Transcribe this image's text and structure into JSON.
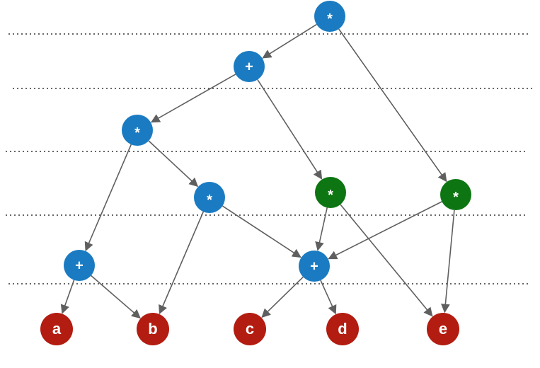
{
  "colors": {
    "operator": "#1a7bc2",
    "shared_operator": "#0d7512",
    "leaf": "#b31c10",
    "edge": "#5f5f5f",
    "divider": "#333333"
  },
  "nodes": [
    {
      "id": "n1",
      "label": "*",
      "kind": "operator"
    },
    {
      "id": "n2",
      "label": "+",
      "kind": "operator"
    },
    {
      "id": "n3",
      "label": "*",
      "kind": "operator"
    },
    {
      "id": "n4",
      "label": "*",
      "kind": "operator"
    },
    {
      "id": "n5",
      "label": "*",
      "kind": "shared_operator"
    },
    {
      "id": "n6",
      "label": "*",
      "kind": "shared_operator"
    },
    {
      "id": "n7",
      "label": "+",
      "kind": "operator"
    },
    {
      "id": "n8",
      "label": "+",
      "kind": "operator"
    },
    {
      "id": "a",
      "label": "a",
      "kind": "leaf"
    },
    {
      "id": "b",
      "label": "b",
      "kind": "leaf"
    },
    {
      "id": "c",
      "label": "c",
      "kind": "leaf"
    },
    {
      "id": "d",
      "label": "d",
      "kind": "leaf"
    },
    {
      "id": "e",
      "label": "e",
      "kind": "leaf"
    }
  ],
  "edges": [
    {
      "from": "n1",
      "to": "n2"
    },
    {
      "from": "n1",
      "to": "n6"
    },
    {
      "from": "n2",
      "to": "n3"
    },
    {
      "from": "n2",
      "to": "n5"
    },
    {
      "from": "n3",
      "to": "n7"
    },
    {
      "from": "n3",
      "to": "n4"
    },
    {
      "from": "n4",
      "to": "b"
    },
    {
      "from": "n4",
      "to": "n8"
    },
    {
      "from": "n5",
      "to": "n8"
    },
    {
      "from": "n5",
      "to": "e"
    },
    {
      "from": "n6",
      "to": "n8"
    },
    {
      "from": "n6",
      "to": "e"
    },
    {
      "from": "n7",
      "to": "a"
    },
    {
      "from": "n7",
      "to": "b"
    },
    {
      "from": "n8",
      "to": "c"
    },
    {
      "from": "n8",
      "to": "d"
    }
  ]
}
